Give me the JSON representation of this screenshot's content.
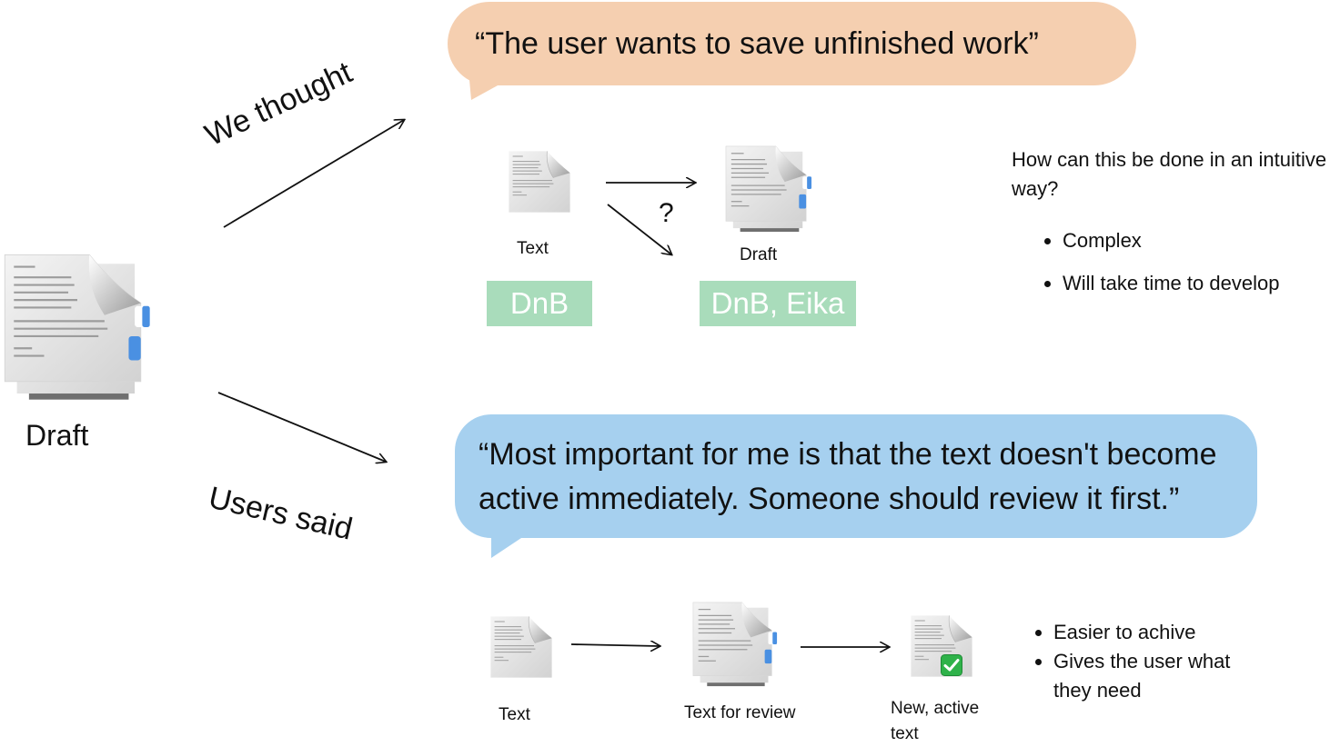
{
  "left": {
    "doc_label": "Draft"
  },
  "arrows": {
    "we_thought": "We thought",
    "users_said": "Users said"
  },
  "top": {
    "quote": "“The user wants to save unfinished work”",
    "text_label": "Text",
    "draft_label": "Draft",
    "question_mark": "?",
    "tag_text": "DnB",
    "tag_draft": "DnB, Eika",
    "question": "How can this be done in an intuitive way?",
    "bullets": [
      "Complex",
      "Will take time to develop"
    ]
  },
  "bottom": {
    "quote": "“Most important for me is that the text doesn't become active immediately. Someone should review it first.”",
    "text_label": "Text",
    "review_label": "Text for review",
    "active_label": "New, active text",
    "bullets": [
      "Easier to achive",
      "Gives the user what they need"
    ]
  },
  "colors": {
    "orange_bubble": "#f5cfb0",
    "blue_bubble": "#a6d0ef",
    "green_tag": "#a9dcbb",
    "tab_blue": "#4a90e2",
    "check_green": "#2fb24a"
  },
  "icons": [
    "document-icon",
    "stacked-documents-icon",
    "check-icon"
  ]
}
